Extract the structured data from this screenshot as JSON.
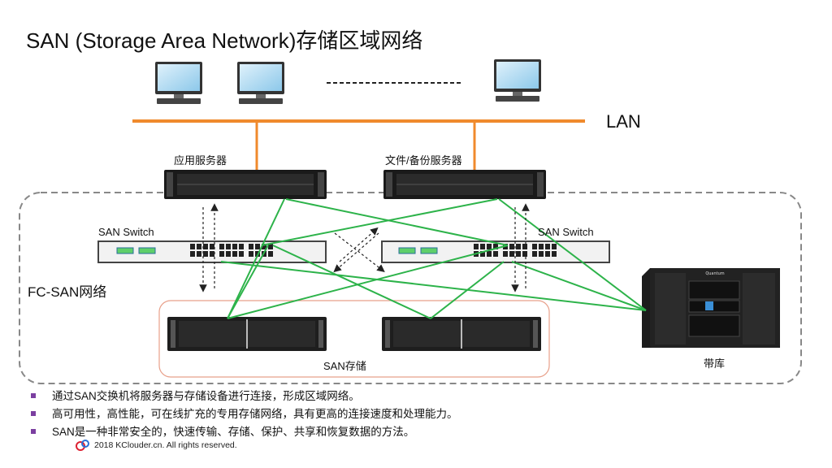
{
  "title": "SAN (Storage Area Network)存储区域网络",
  "labels": {
    "lan": "LAN",
    "app_server": "应用服务器",
    "file_server": "文件/备份服务器",
    "switch_left": "SAN Switch",
    "switch_right": "SAN Switch",
    "fc_san": "FC-SAN网络",
    "san_storage": "SAN存储",
    "tape_library": "带库",
    "tape_brand": "Quantum"
  },
  "bullets": [
    "通过SAN交换机将服务器与存储设备进行连接，形成区域网络。",
    "高可用性，高性能，可在线扩充的专用存储网络，具有更高的连接速度和处理能力。",
    "SAN是一种非常安全的，快速传输、存储、保护、共享和恢复数据的方法。"
  ],
  "copyright": "2018 KClouder.cn. All rights reserved.",
  "colors": {
    "lan_line": "#f08a2c",
    "fc_link": "#2db34a",
    "fc_region_border": "#888888",
    "storage_border": "#e8a08a",
    "bullet": "#7b3fa0",
    "port_green": "#5fcf6a"
  },
  "icons": [
    "desktop-monitor-icon",
    "rack-server-icon",
    "san-switch-icon",
    "storage-array-icon",
    "tape-library-icon",
    "kclouder-logo-icon"
  ]
}
